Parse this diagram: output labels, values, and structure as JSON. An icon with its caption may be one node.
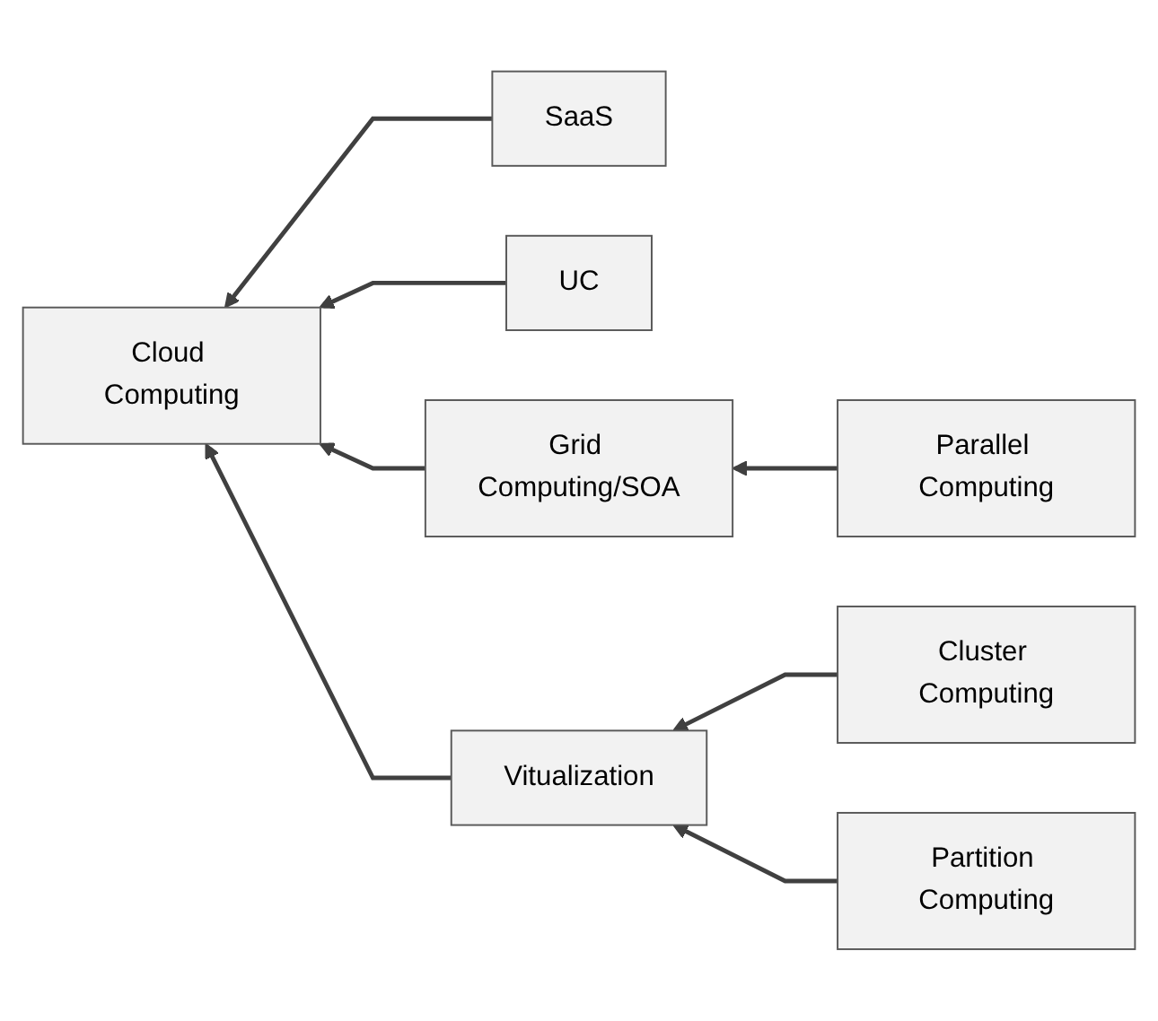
{
  "diagram": {
    "nodes": [
      {
        "text": [
          "SaaS"
        ]
      },
      {
        "text": [
          "UC"
        ]
      },
      {
        "text": [
          "Cloud Computing"
        ]
      },
      {
        "text": [
          "Grid Computing/SOA"
        ]
      },
      {
        "text": [
          "Parallel Computing"
        ]
      },
      {
        "text": [
          "Cluster Computing"
        ]
      },
      {
        "text": [
          "Vitualization"
        ]
      },
      {
        "text": [
          "Partition Computing"
        ]
      }
    ],
    "edges": [
      {
        "from": 0,
        "to": 2,
        "arrow": "to"
      },
      {
        "from": 1,
        "to": 2,
        "arrow": "to"
      },
      {
        "from": 3,
        "to": 2,
        "arrow": "to"
      },
      {
        "from": 4,
        "to": 3,
        "arrow": "to"
      },
      {
        "from": 5,
        "to": 6,
        "arrow": "to"
      },
      {
        "from": 7,
        "to": 6,
        "arrow": "to"
      },
      {
        "from": 6,
        "to": 2,
        "arrow": "to"
      }
    ]
  }
}
